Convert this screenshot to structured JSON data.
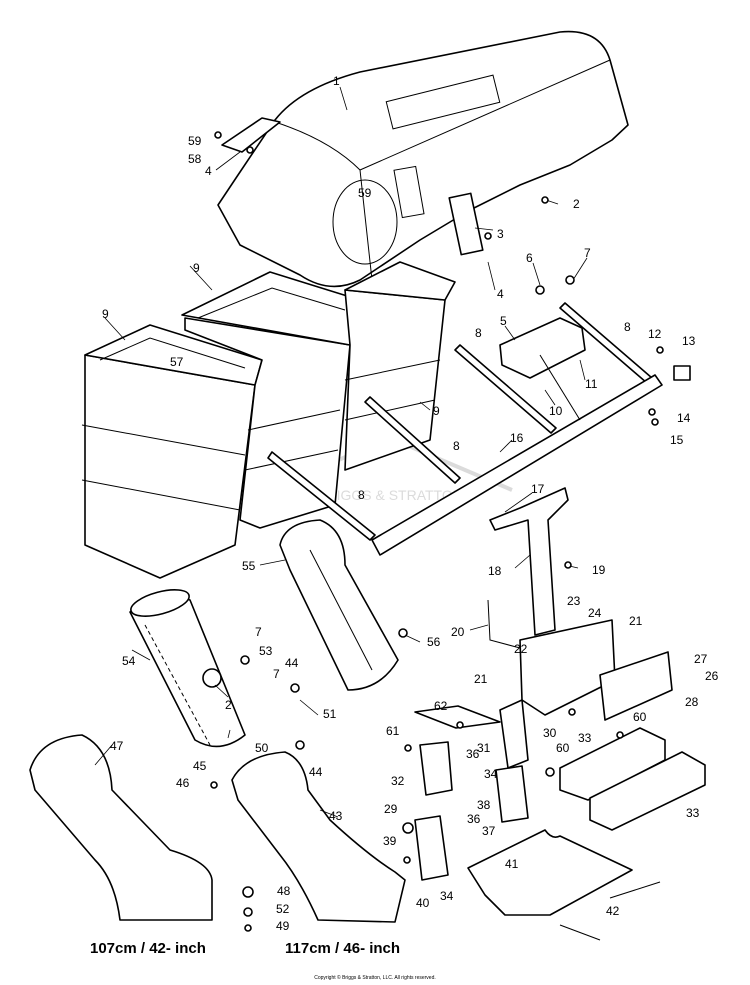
{
  "captions": {
    "left": "107cm / 42- inch",
    "right": "117cm / 46- inch"
  },
  "copyright": "Copyright © Briggs & Stratton, LLC. All rights reserved.",
  "watermark": "BRIGGS & STRATTON",
  "callouts": {
    "c1": "1",
    "c2a": "2",
    "c2b": "2",
    "c3": "3",
    "c4a": "4",
    "c4b": "4",
    "c5": "5",
    "c6": "6",
    "c7a": "7",
    "c7b": "7",
    "c7c": "7",
    "c8a": "8",
    "c8b": "8",
    "c8c": "8",
    "c8d": "8",
    "c9a": "9",
    "c9b": "9",
    "c9c": "9",
    "c10": "10",
    "c11": "11",
    "c12": "12",
    "c13": "13",
    "c14": "14",
    "c15": "15",
    "c16": "16",
    "c17": "17",
    "c18": "18",
    "c19": "19",
    "c20": "20",
    "c21a": "21",
    "c21b": "21",
    "c22": "22",
    "c23": "23",
    "c24": "24",
    "c26": "26",
    "c27": "27",
    "c28": "28",
    "c29": "29",
    "c30": "30",
    "c31": "31",
    "c32": "32",
    "c33a": "33",
    "c33b": "33",
    "c34a": "34",
    "c34b": "34",
    "c36a": "36",
    "c36b": "36",
    "c37": "37",
    "c38": "38",
    "c39": "39",
    "c40": "40",
    "c41": "41",
    "c42": "42",
    "c43": "43",
    "c44a": "44",
    "c44b": "44",
    "c45": "45",
    "c46": "46",
    "c47": "47",
    "c48": "48",
    "c49": "49",
    "c50": "50",
    "c51": "51",
    "c52": "52",
    "c53": "53",
    "c54": "54",
    "c55": "55",
    "c56": "56",
    "c57": "57",
    "c58": "58",
    "c59a": "59",
    "c59b": "59",
    "c60a": "60",
    "c60b": "60",
    "c61": "61",
    "c62": "62"
  }
}
